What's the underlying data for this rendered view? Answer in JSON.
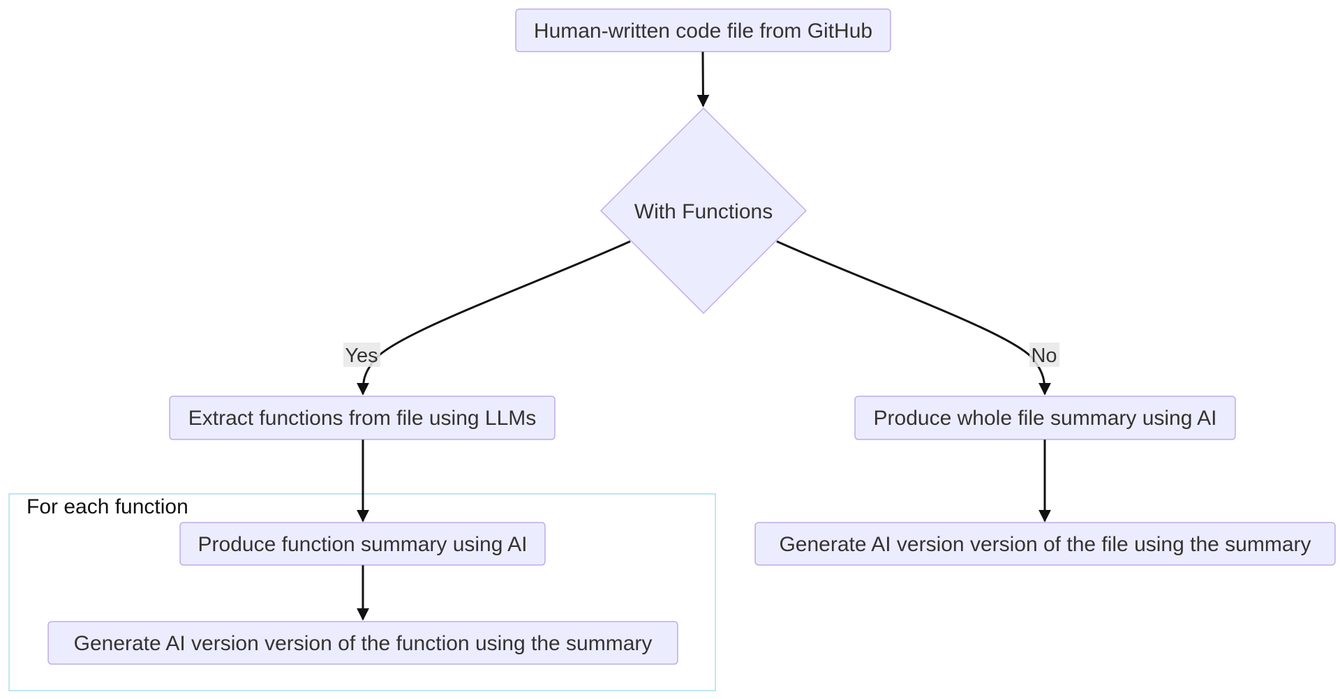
{
  "diagram": {
    "nodes": {
      "start": {
        "label": "Human-written code file from GitHub"
      },
      "decision": {
        "label": "With Functions"
      },
      "extract": {
        "label": "Extract functions from file using LLMs"
      },
      "file_summary": {
        "label": "Produce whole file summary using AI"
      },
      "func_summary": {
        "label": "Produce function summary using AI"
      },
      "gen_func": {
        "label": "Generate AI version version of the function using the summary"
      },
      "gen_file": {
        "label": "Generate AI version version of the file using the summary"
      }
    },
    "edges": {
      "yes_label": "Yes",
      "no_label": "No"
    },
    "cluster": {
      "label": "For each function"
    }
  },
  "colors": {
    "node_fill": "#ececff",
    "node_stroke": "#9370db",
    "edge": "#111111",
    "cluster_stroke": "#aadeef"
  }
}
